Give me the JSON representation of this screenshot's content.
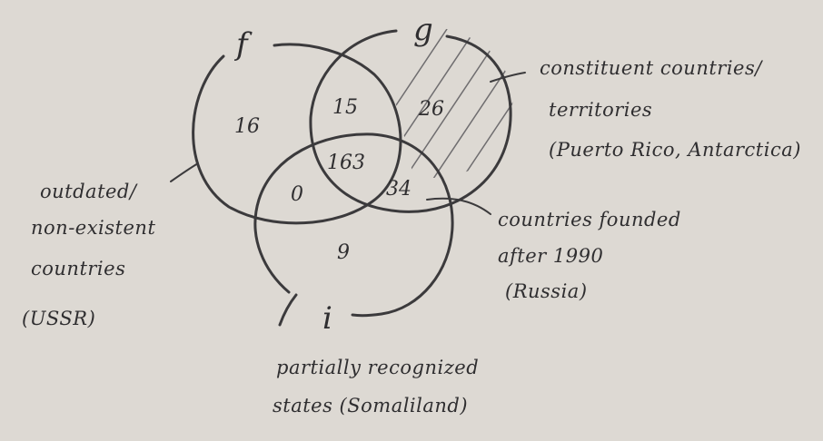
{
  "sets": {
    "f": "f",
    "g": "g",
    "i": "i"
  },
  "regions": {
    "f_only": "16",
    "f_g": "15",
    "g_only": "26",
    "f_g_i": "163",
    "f_i": "0",
    "g_i": "34",
    "i_only": "9"
  },
  "annotations": {
    "outdated": [
      "outdated/",
      "non-existent",
      "countries",
      "(USSR)"
    ],
    "constituent": [
      "constituent countries/",
      "territories",
      "(Puerto Rico, Antarctica)"
    ],
    "founded": [
      "countries founded",
      "after 1990",
      "(Russia)"
    ],
    "partial": [
      "partially recognized",
      "states (Somaliland)"
    ]
  },
  "hatched_region": "g_only",
  "colors": {
    "paper": "#ddd9d3",
    "ink": "#3b3a3c"
  }
}
